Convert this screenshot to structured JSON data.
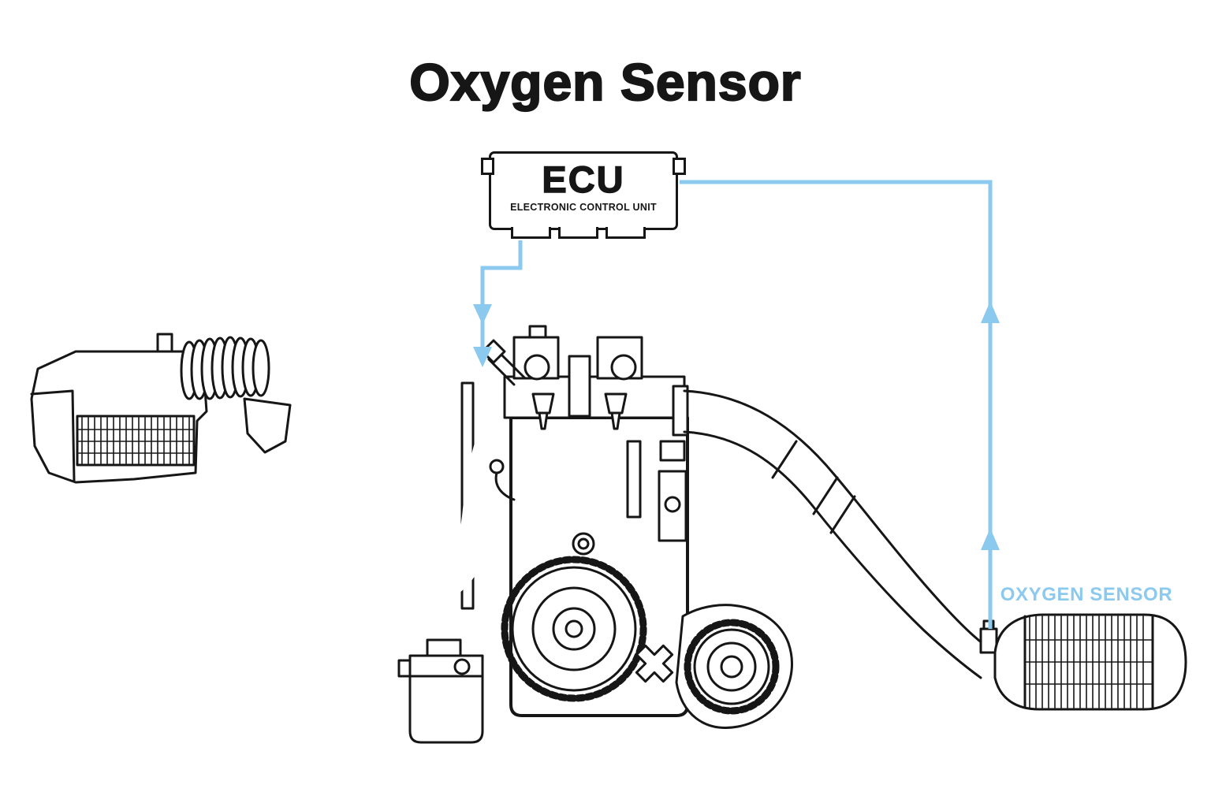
{
  "title": "Oxygen Sensor",
  "ecu": {
    "label": "ECU",
    "subtitle": "ELECTRONIC CONTROL UNIT"
  },
  "labels": {
    "oxygen_sensor": "OXYGEN SENSOR"
  },
  "colors": {
    "signal_blue": "#8bc9ef",
    "ink": "#161616",
    "background": "#ffffff"
  }
}
